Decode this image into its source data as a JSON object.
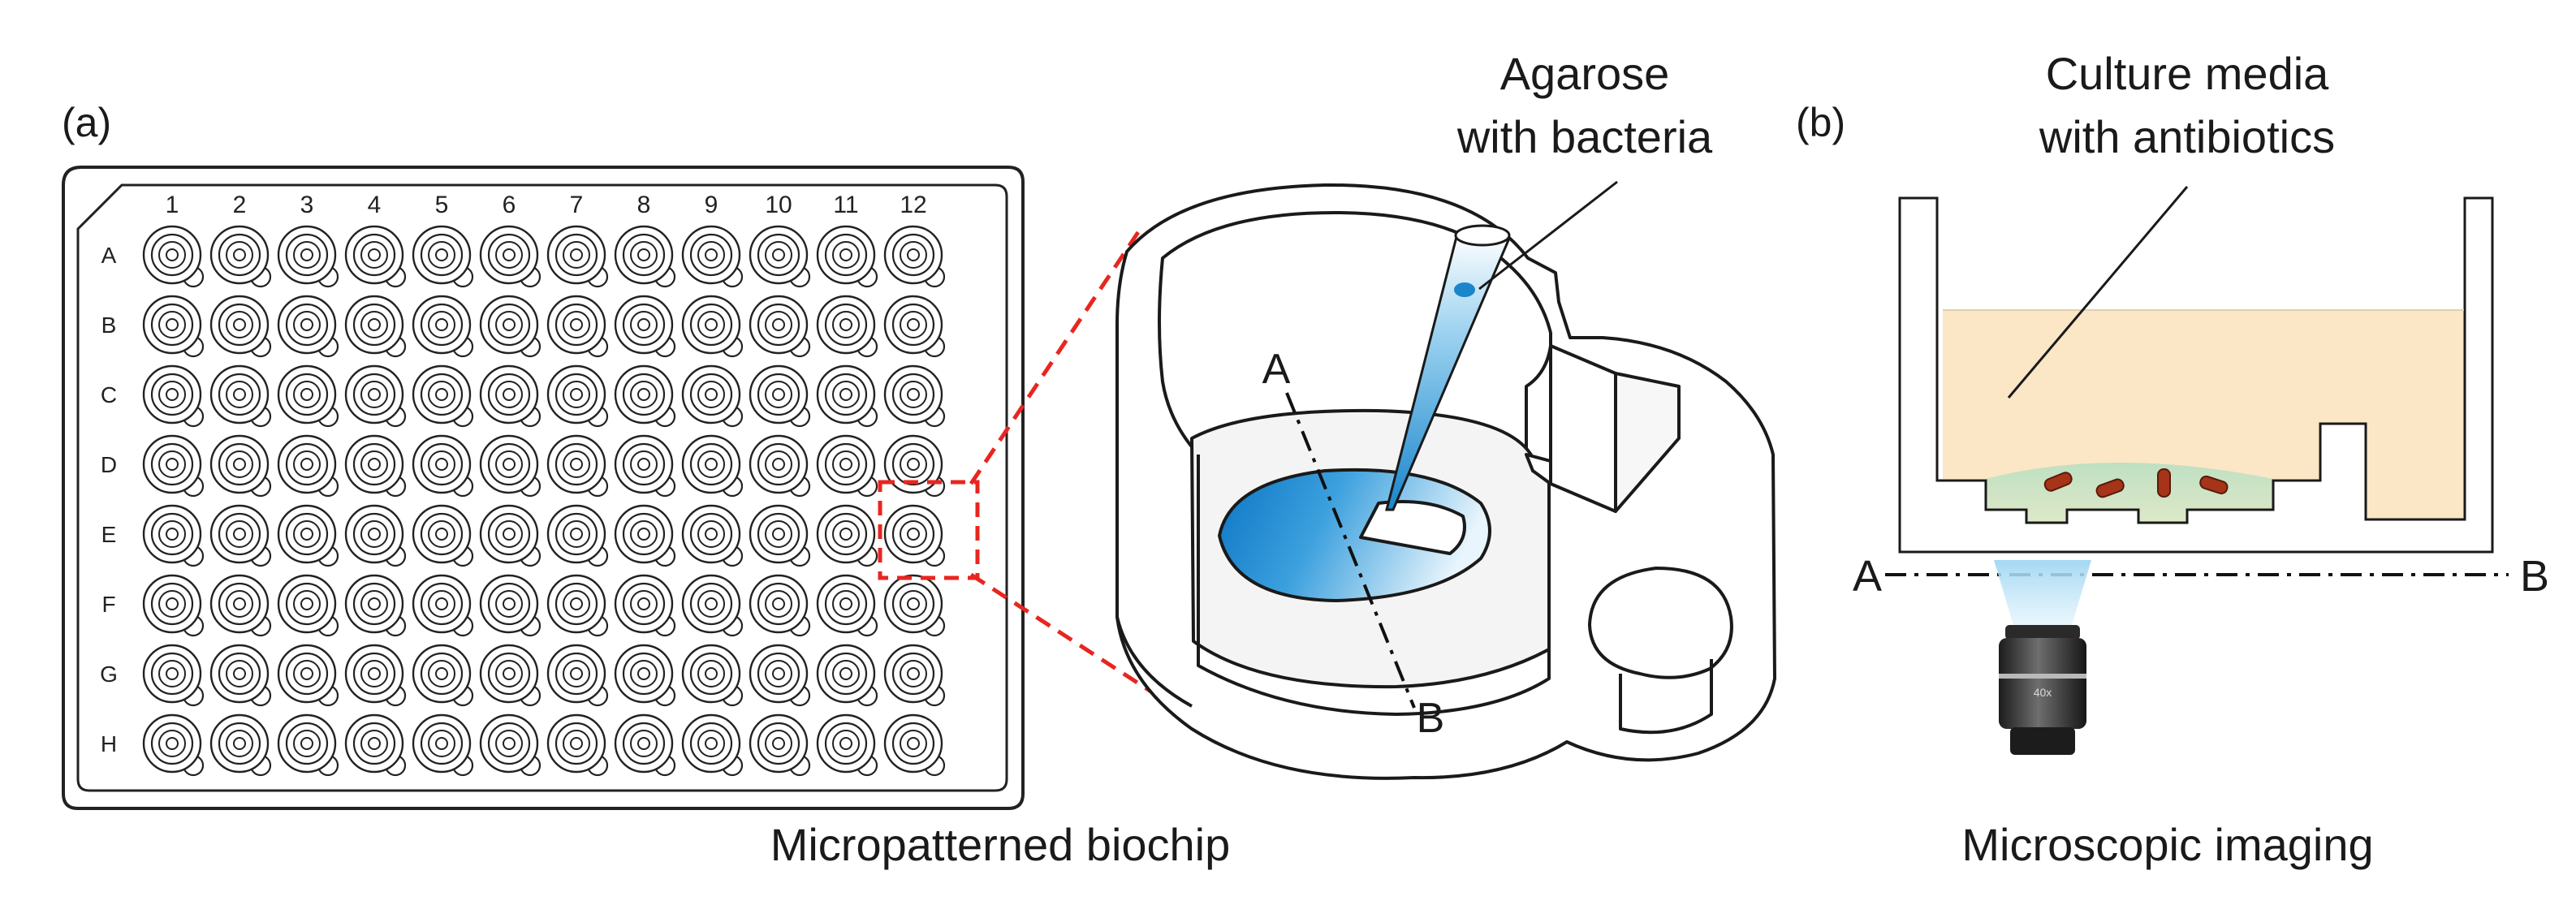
{
  "panel_a": {
    "tag": "(a)",
    "columns": [
      "1",
      "2",
      "3",
      "4",
      "5",
      "6",
      "7",
      "8",
      "9",
      "10",
      "11",
      "12"
    ],
    "rows": [
      "A",
      "B",
      "C",
      "D",
      "E",
      "F",
      "G",
      "H"
    ],
    "callout_line1": "Agarose",
    "callout_line2": "with bacteria",
    "marker_a": "A",
    "marker_b": "B",
    "caption": "Micropatterned biochip"
  },
  "panel_b": {
    "tag": "(b)",
    "callout_line1": "Culture media",
    "callout_line2": "with antibiotics",
    "axis_left": "A",
    "axis_right": "B",
    "objective_text": "40x",
    "caption": "Microscopic imaging"
  },
  "colors": {
    "accent_blue": "#1f7fc6",
    "highlight_red": "#e8261f",
    "culture_media": "#fbe6c6",
    "agarose_green": "#cfe2c9",
    "bacteria": "#a53418"
  }
}
